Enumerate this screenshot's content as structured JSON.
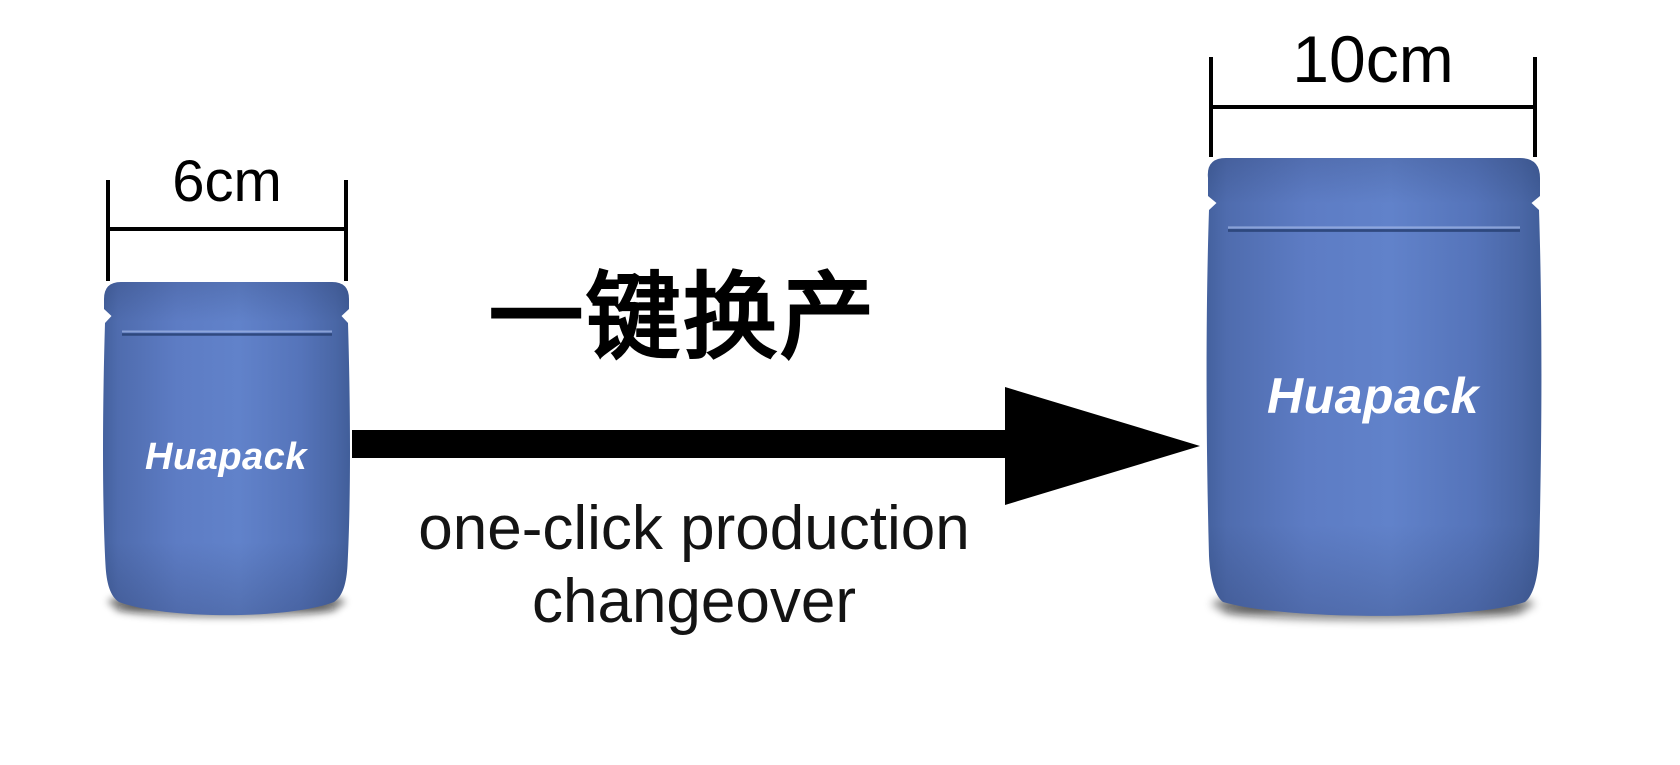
{
  "colors": {
    "background": "#ffffff",
    "pouch_blue": "#5d7cc4",
    "pouch_blue_edge": "#44619e",
    "pouch_seal_line": "#2b4478",
    "annotation_black": "#000000",
    "subtitle_text": "#141414",
    "brand_white": "#ffffff"
  },
  "icons": {
    "arrow_icon": "right-arrow"
  },
  "left_pouch": {
    "dimension_label": "6cm",
    "brand": "Huapack"
  },
  "right_pouch": {
    "dimension_label": "10cm",
    "brand": "Huapack"
  },
  "center": {
    "headline_zh": "一键换产",
    "subtitle_line1": "one-click production",
    "subtitle_line2": "changeover"
  }
}
